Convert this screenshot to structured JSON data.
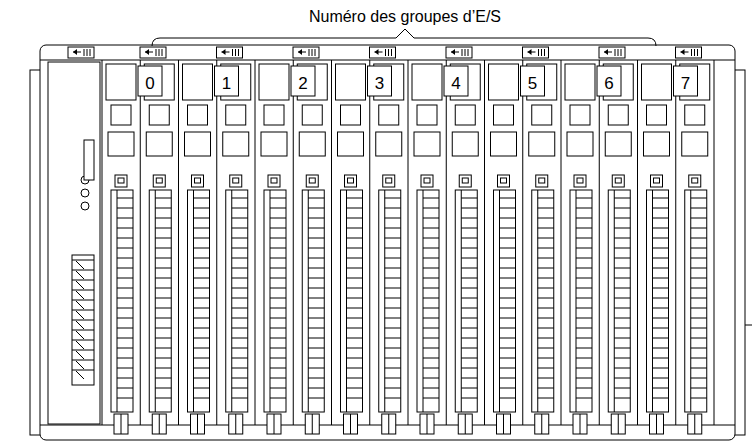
{
  "diagram": {
    "labels": [
      "Numéro des groupes d’E/S",
      "0",
      "1",
      "2",
      "3",
      "4",
      "5",
      "6",
      "7"
    ]
  }
}
